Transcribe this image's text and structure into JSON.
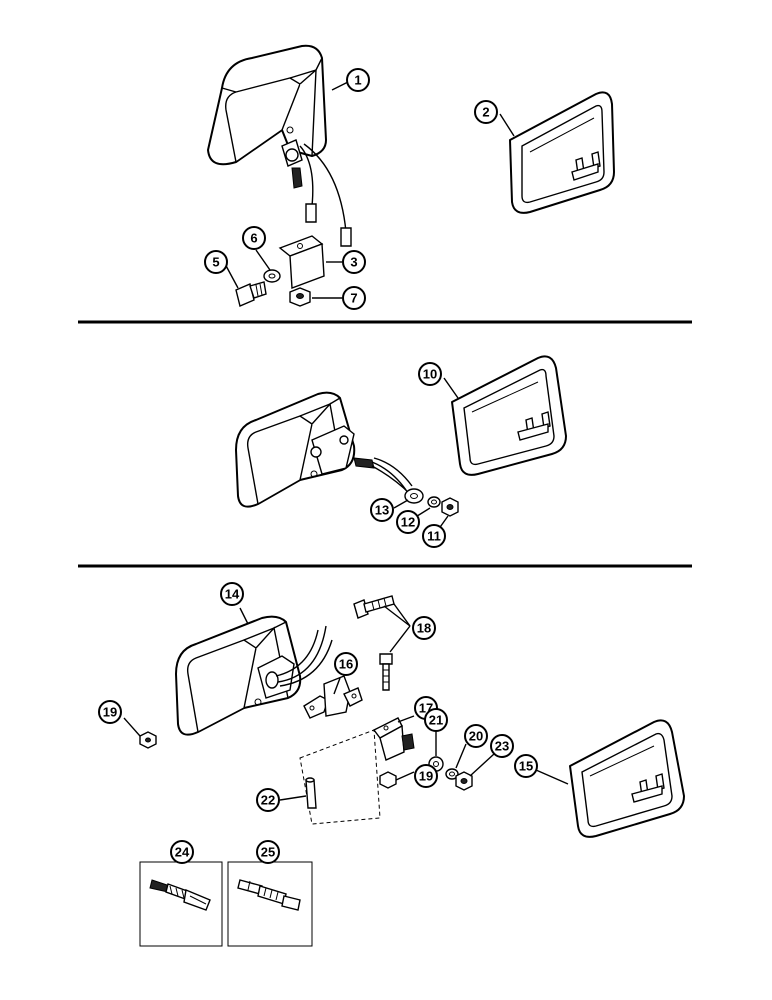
{
  "callouts": {
    "c1": "1",
    "c2": "2",
    "c3": "3",
    "c5": "5",
    "c6": "6",
    "c7": "7",
    "c10": "10",
    "c11": "11",
    "c12": "12",
    "c13": "13",
    "c14": "14",
    "c15": "15",
    "c16": "16",
    "c17": "17",
    "c18": "18",
    "c19a": "19",
    "c19b": "19",
    "c20": "20",
    "c21": "21",
    "c22": "22",
    "c23": "23",
    "c24": "24",
    "c25": "25"
  }
}
